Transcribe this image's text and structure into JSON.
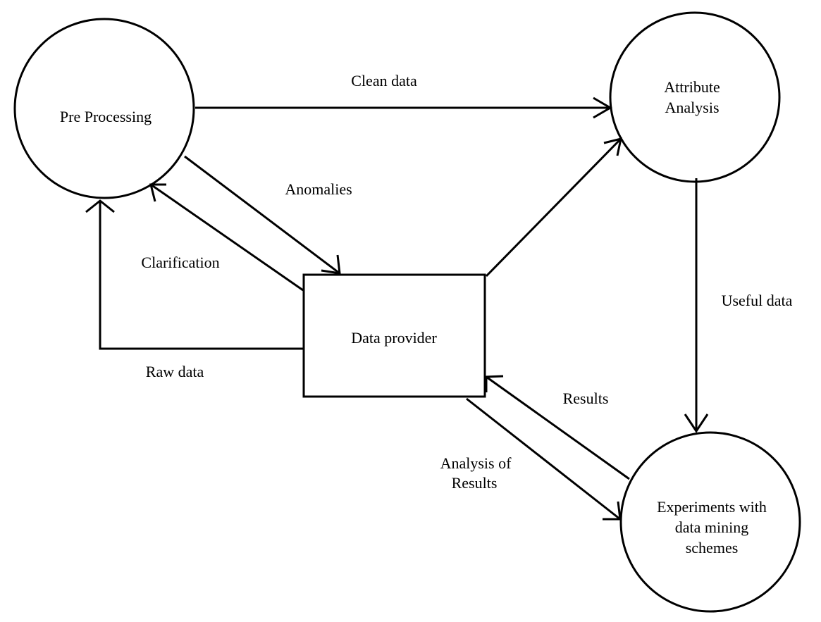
{
  "nodes": {
    "pre_processing": {
      "label": "Pre Processing"
    },
    "attribute_analysis": {
      "label_line1": "Attribute",
      "label_line2": "Analysis"
    },
    "data_provider": {
      "label": "Data provider"
    },
    "experiments": {
      "label_line1": "Experiments with",
      "label_line2": "data mining",
      "label_line3": "schemes"
    }
  },
  "edges": {
    "clean_data": {
      "label": "Clean data"
    },
    "anomalies": {
      "label": "Anomalies"
    },
    "clarification": {
      "label": "Clarification"
    },
    "raw_data": {
      "label": "Raw data"
    },
    "useful_data": {
      "label": "Useful data"
    },
    "results": {
      "label": "Results"
    },
    "analysis_of_results": {
      "label_line1": "Analysis of",
      "label_line2": "Results"
    }
  }
}
